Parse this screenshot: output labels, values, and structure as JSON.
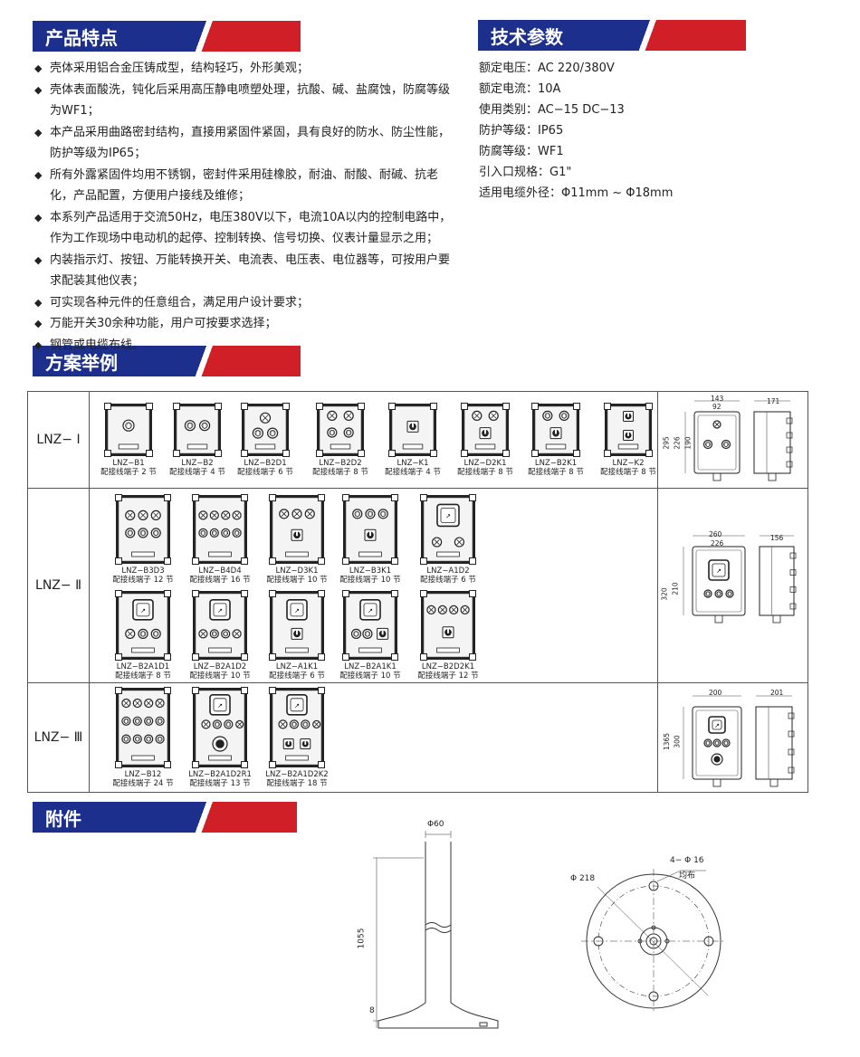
{
  "headers": {
    "features": "产品特点",
    "specs": "技术参数",
    "plans": "方案举例",
    "accessories": "附件"
  },
  "features": [
    "壳体采用铝合金压铸成型，结构轻巧，外形美观；",
    "壳体表面酸洗，钝化后采用高压静电喷塑处理，抗酸、碱、盐腐蚀，防腐等级为WF1；",
    "本产品采用曲路密封结构，直接用紧固件紧固，具有良好的防水、防尘性能，防护等级为IP65；",
    "所有外露紧固件均用不锈钢，密封件采用硅橡胶，耐油、耐酸、耐碱、抗老化，产品配置，方便用户接线及维修；",
    "本系列产品适用于交流50Hz，电压380V以下，电流10A以内的控制电路中，作为工作现场中电动机的起停、控制转换、信号切换、仪表计量显示之用；",
    "内装指示灯、按钮、万能转换开关、电流表、电压表、电位器等，可按用户要求配装其他仪表；",
    "可实现各种元件的任意组合，满足用户设计要求；",
    "万能开关30余种功能，用户可按要求选择；",
    "钢管或电缆布线。"
  ],
  "specs": [
    "额定电压：AC 220/380V",
    "额定电流：10A",
    "使用类别：AC−15  DC−13",
    "防护等级：IP65",
    "防腐等级：WF1",
    "引入口规格：G1\"",
    "适用电缆外径：Φ11mm ~ Φ18mm"
  ],
  "rows": [
    {
      "label": "LNZ− Ⅰ",
      "items": [
        {
          "model": "LNZ−B1",
          "terminals": "配接线端子 2 节"
        },
        {
          "model": "LNZ−B2",
          "terminals": "配接线端子 4 节"
        },
        {
          "model": "LNZ−B2D1",
          "terminals": "配接线端子 6 节"
        },
        {
          "model": "LNZ−B2D2",
          "terminals": "配接线端子 8 节"
        },
        {
          "model": "LNZ−K1",
          "terminals": "配接线端子 4 节"
        },
        {
          "model": "LNZ−D2K1",
          "terminals": "配接线端子 8 节"
        },
        {
          "model": "LNZ−B2K1",
          "terminals": "配接线端子 8 节"
        },
        {
          "model": "LNZ−K2",
          "terminals": "配接线端子 8 节"
        }
      ],
      "dims": [
        "143",
        "92",
        "171",
        "295",
        "226",
        "190"
      ]
    },
    {
      "label": "LNZ− Ⅱ",
      "items": [
        {
          "model": "LNZ−B3D3",
          "terminals": "配接线端子 12 节"
        },
        {
          "model": "LNZ−B4D4",
          "terminals": "配接线端子 16 节"
        },
        {
          "model": "LNZ−D3K1",
          "terminals": "配接线端子 10 节"
        },
        {
          "model": "LNZ−B3K1",
          "terminals": "配接线端子 10 节"
        },
        {
          "model": "LNZ−A1D2",
          "terminals": "配接线端子 6 节"
        },
        {
          "model": "LNZ−B2A1D1",
          "terminals": "配接线端子 8 节"
        },
        {
          "model": "LNZ−B2A1D2",
          "terminals": "配接线端子 10 节"
        },
        {
          "model": "LNZ−A1K1",
          "terminals": "配接线端子 6 节"
        },
        {
          "model": "LNZ−B2A1K1",
          "terminals": "配接线端子 10 节"
        },
        {
          "model": "LNZ−B2D2K1",
          "terminals": "配接线端子 12 节"
        }
      ],
      "dims": [
        "260",
        "226",
        "156",
        "320",
        "210"
      ]
    },
    {
      "label": "LNZ− Ⅲ",
      "items": [
        {
          "model": "LNZ−B12",
          "terminals": "配接线端子 24 节"
        },
        {
          "model": "LNZ−B2A1D2R1",
          "terminals": "配接线端子 13 节"
        },
        {
          "model": "LNZ−B2A1D2K2",
          "terminals": "配接线端子 18 节"
        }
      ],
      "dims": [
        "200",
        "201",
        "1365",
        "300"
      ]
    }
  ],
  "accessory": {
    "pole_dia": "Φ60",
    "pole_height": "1055",
    "base_thk": "8",
    "flange_dia": "Φ 218",
    "holes": "4− Φ 16",
    "holes_note": "均布"
  },
  "colors": {
    "header_blue": "#1d2f8c",
    "header_red": "#d11f28"
  }
}
